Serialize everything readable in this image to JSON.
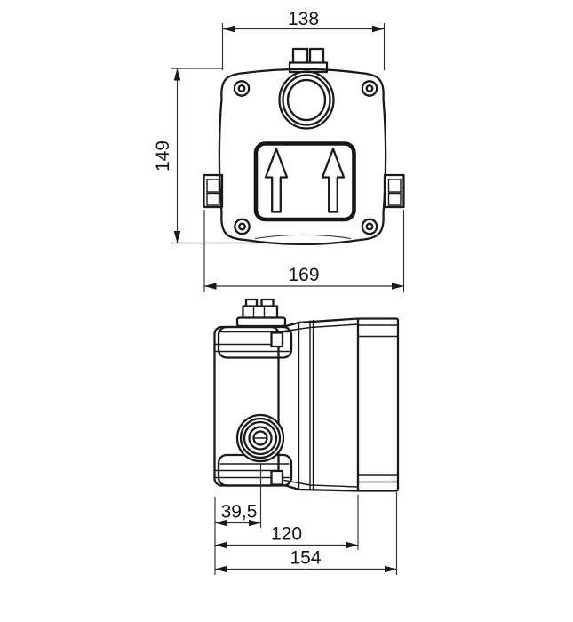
{
  "page": {
    "background_color": "#ffffff",
    "line_color": "#1a1a1a"
  },
  "drawing": {
    "kind": "technical-dimension-drawing",
    "dimensions": {
      "top_width": "138",
      "height": "149",
      "overall_width": "169",
      "knob_offset": "39,5",
      "depth": "120",
      "overall_depth": "154"
    }
  }
}
